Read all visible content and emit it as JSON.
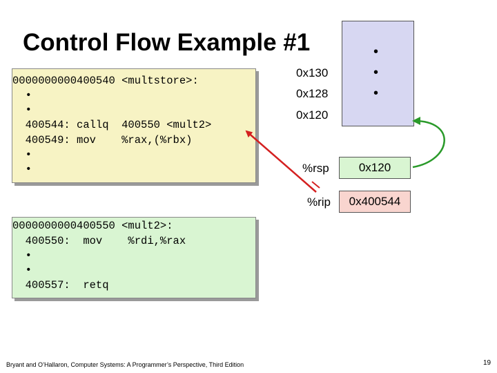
{
  "title": "Control Flow Example #1",
  "code_block_1": {
    "lines": [
      "0000000000400540 <multstore>:",
      "  •",
      "  •",
      "  400544: callq  400550 <mult2>",
      "  400549: mov    %rax,(%rbx)",
      "  •",
      "  •"
    ]
  },
  "code_block_2": {
    "lines": [
      "0000000000400550 <mult2>:",
      "  400550:  mov    %rdi,%rax",
      "  •",
      "  •",
      "  400557:  retq"
    ]
  },
  "stack": {
    "dots": [
      "•",
      "•",
      "•"
    ],
    "addresses": [
      "0x130",
      "0x128",
      "0x120"
    ]
  },
  "registers": {
    "rsp": {
      "label": "%rsp",
      "value": "0x120"
    },
    "rip": {
      "label": "%rip",
      "value": "0x400544"
    }
  },
  "colors": {
    "code1_bg": "#f7f3c4",
    "code2_bg": "#d9f5d2",
    "stack_bg": "#d7d7f2",
    "rsp_bg": "#d9f5d2",
    "rip_bg": "#f9d5cf",
    "rip_arrow": "#d42020",
    "rsp_arrow": "#2a9a2a"
  },
  "footer": "Bryant and O’Hallaron, Computer Systems: A Programmer’s Perspective, Third Edition",
  "page_number": "19"
}
